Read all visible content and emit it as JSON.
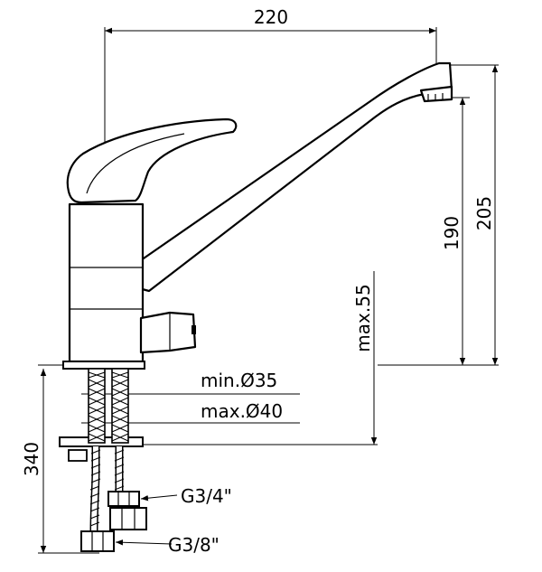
{
  "dimensions": {
    "width": "220",
    "height_spout": "190",
    "height_total": "205",
    "max_deck": "max.55",
    "hole_min": "min.Ø35",
    "hole_max": "max.Ø40",
    "hose_length": "340"
  },
  "fittings": {
    "hot_cold": "G3/4\"",
    "supply": "G3/8\""
  }
}
